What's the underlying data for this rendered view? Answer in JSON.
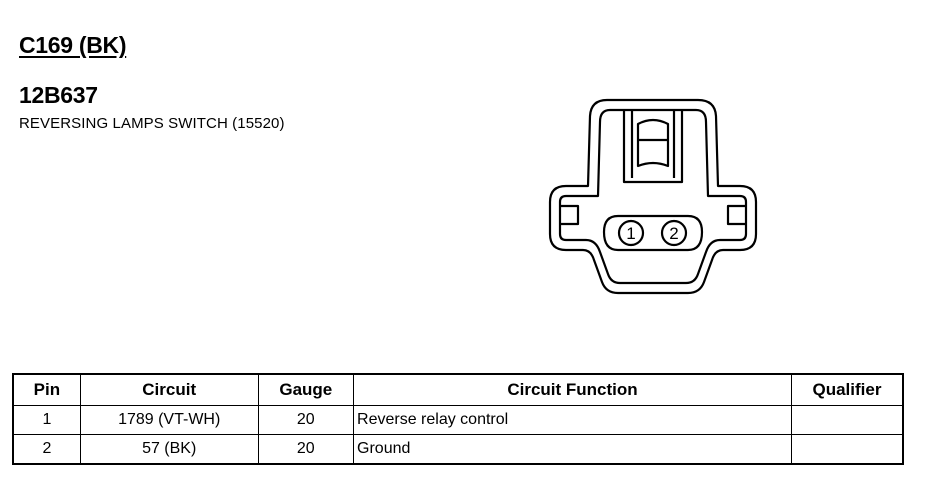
{
  "header": {
    "connector_id": "C169 (BK)",
    "part_number": "12B637",
    "description": "REVERSING LAMPS SWITCH (15520)"
  },
  "connector": {
    "pin_labels": [
      "1",
      "2"
    ]
  },
  "table": {
    "columns": [
      "Pin",
      "Circuit",
      "Gauge",
      "Circuit Function",
      "Qualifier"
    ],
    "rows": [
      {
        "pin": "1",
        "circuit": "1789 (VT-WH)",
        "gauge": "20",
        "function": "Reverse relay control",
        "qualifier": ""
      },
      {
        "pin": "2",
        "circuit": "57 (BK)",
        "gauge": "20",
        "function": "Ground",
        "qualifier": ""
      }
    ]
  }
}
